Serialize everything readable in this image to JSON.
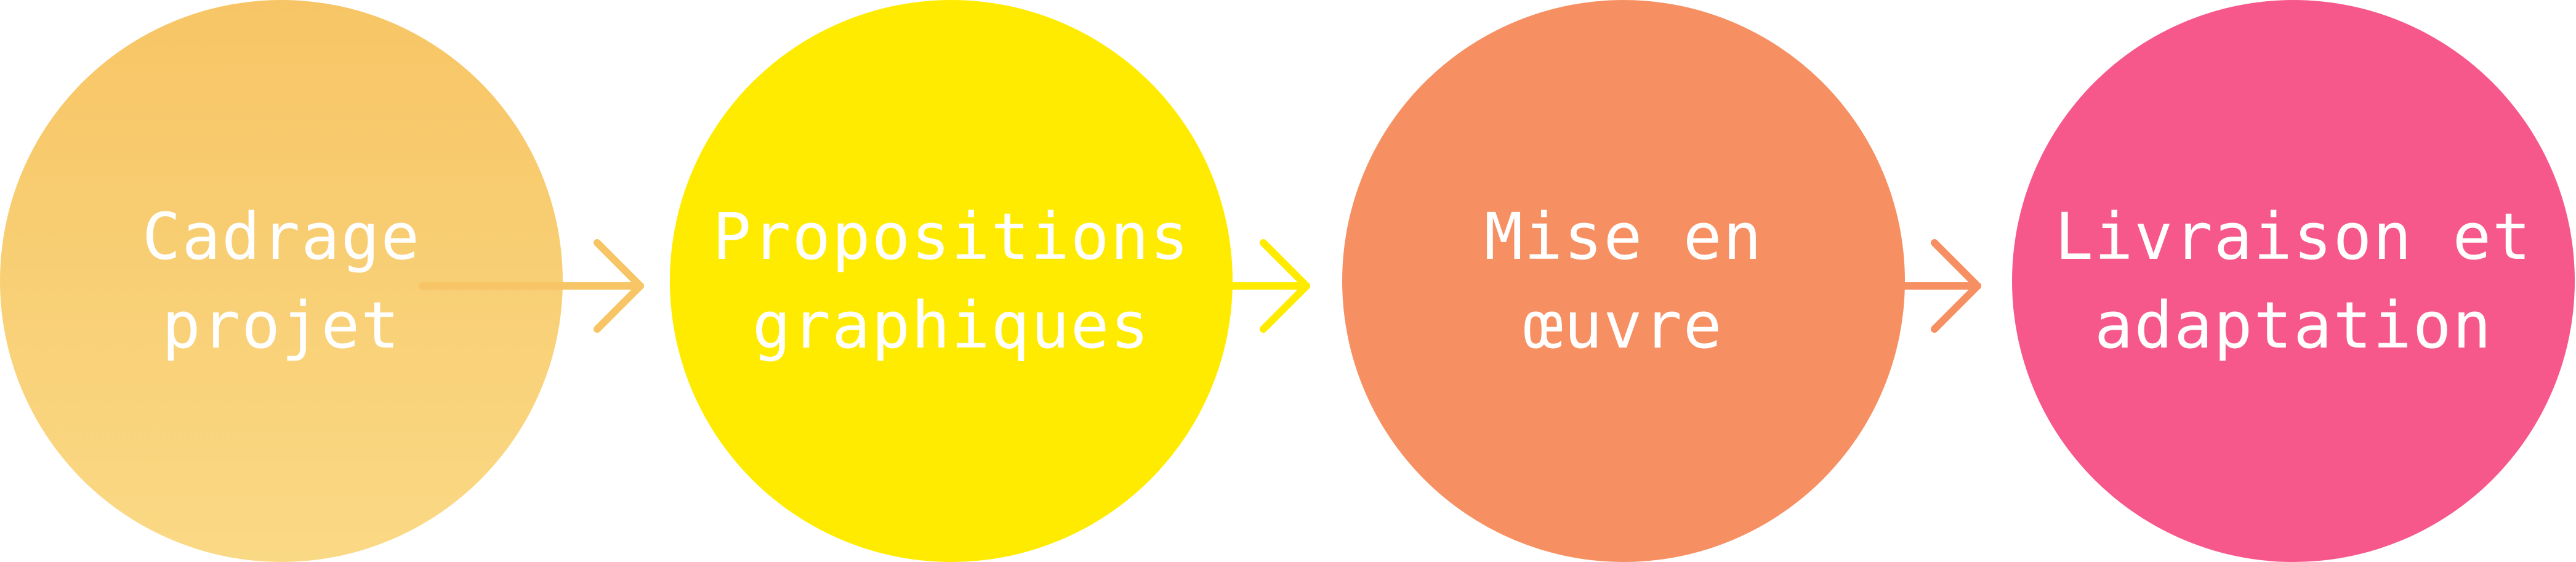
{
  "steps": [
    {
      "lines": [
        "Cadrage",
        "projet"
      ],
      "color": "#f7c565",
      "color_end": "#fad985"
    },
    {
      "lines": [
        "Propositions",
        "graphiques"
      ],
      "color": "#ffeb00"
    },
    {
      "lines": [
        "Mise en",
        "œuvre"
      ],
      "color": "#f69062"
    },
    {
      "lines": [
        "Livraison et",
        "adaptation"
      ],
      "color": "#f7588c"
    }
  ],
  "arrows": [
    {
      "from": "Cadrage projet",
      "to": "Propositions graphiques",
      "color": "#f7c565",
      "icon": "arrow-right-icon"
    },
    {
      "from": "Propositions graphiques",
      "to": "Mise en œuvre",
      "color": "#ffeb00",
      "icon": "arrow-right-icon"
    },
    {
      "from": "Mise en œuvre",
      "to": "Livraison et adaptation",
      "color": "#f69062",
      "icon": "arrow-right-icon"
    }
  ]
}
